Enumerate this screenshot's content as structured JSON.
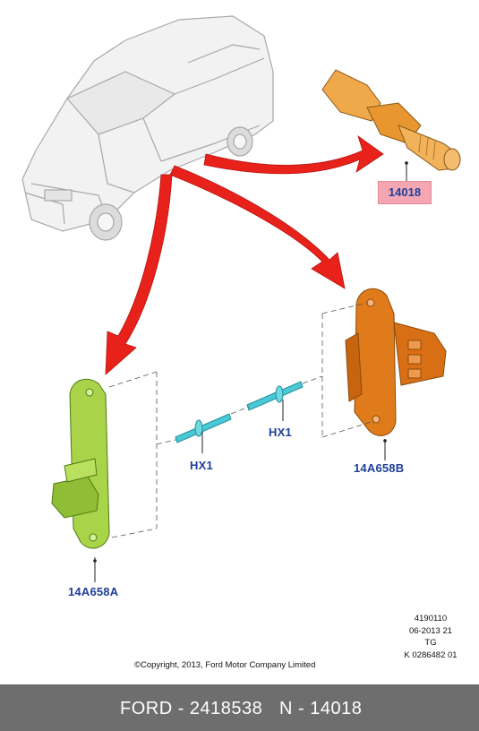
{
  "parts": {
    "top_part_label": "14018",
    "left_bracket_label": "14A658A",
    "right_bracket_label": "14A658B",
    "rivet_left_label": "HX1",
    "rivet_right_label": "HX1"
  },
  "colors": {
    "arrow": "#e8221b",
    "tag_highlight": "#f4a7b3",
    "callout_text": "#1f3f9a",
    "left_bracket": "#a9d44a",
    "right_bracket": "#e07b1c",
    "sensor": "#f0a94a",
    "rivet": "#49c9d6",
    "footer_bg": "#6e6e6e"
  },
  "meta": {
    "line1": "4190110",
    "line2": "06-2013 21",
    "line3": "TG",
    "line4": "K 0286482 01"
  },
  "copyright": "©Copyright, 2013, Ford Motor Company Limited",
  "footer": {
    "brand_part": "FORD - 2418538",
    "ref_part": "N - 14018"
  }
}
